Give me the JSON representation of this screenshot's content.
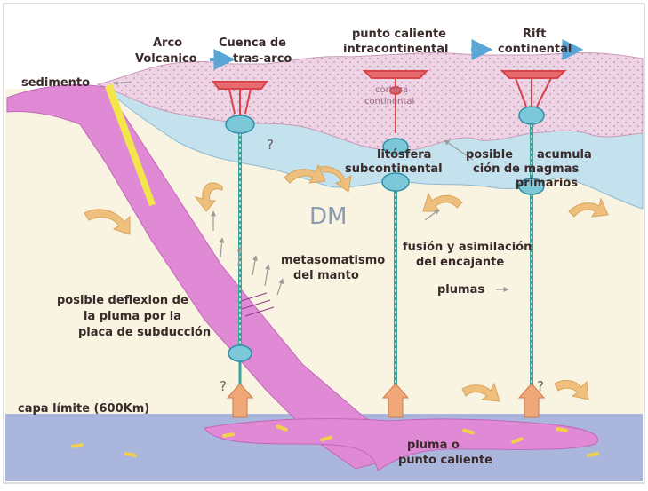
{
  "labels": {
    "arco": "Arco",
    "volcanico": "Volcanico",
    "cuenca": "Cuenca de",
    "trasarco": "tras-arco",
    "punto_caliente_1": "punto caliente",
    "intracontinental": "intracontinental",
    "rift": "Rift",
    "continental": "continental",
    "sedimento": "sedimento",
    "corteza": "corteza",
    "continental_small": "continental",
    "litosfera": "litósfera",
    "subcontinental": "subcontinental",
    "posible": "posible",
    "acumula": "acumula",
    "cion_de_magmas": "ción de magmas",
    "primarios": "primarios",
    "dm": "DM",
    "fusion": "fusión y asimilación",
    "del_encajante": "del encajante",
    "metasomatismo": "metasomatismo",
    "del_manto": "del manto",
    "plumas": "plumas",
    "deflexion_1": "posible deflexion de",
    "deflexion_2": "la pluma por la",
    "deflexion_3": "placa de subducción",
    "capa_limite": "capa límite (600Km)",
    "pluma_o": "pluma o",
    "punto_caliente_2": "punto caliente",
    "question": "?"
  },
  "colors": {
    "mantle": "#f9f3e1",
    "lithosphere": "#c4e2ee",
    "crust": "#eed3e5",
    "slab": "#e08ad6",
    "lower_mantle": "#aab6dc",
    "plume": "#f0a878",
    "magma": "#d9434a",
    "arrow": "#efc07d",
    "sediment": "#f2e64a"
  }
}
